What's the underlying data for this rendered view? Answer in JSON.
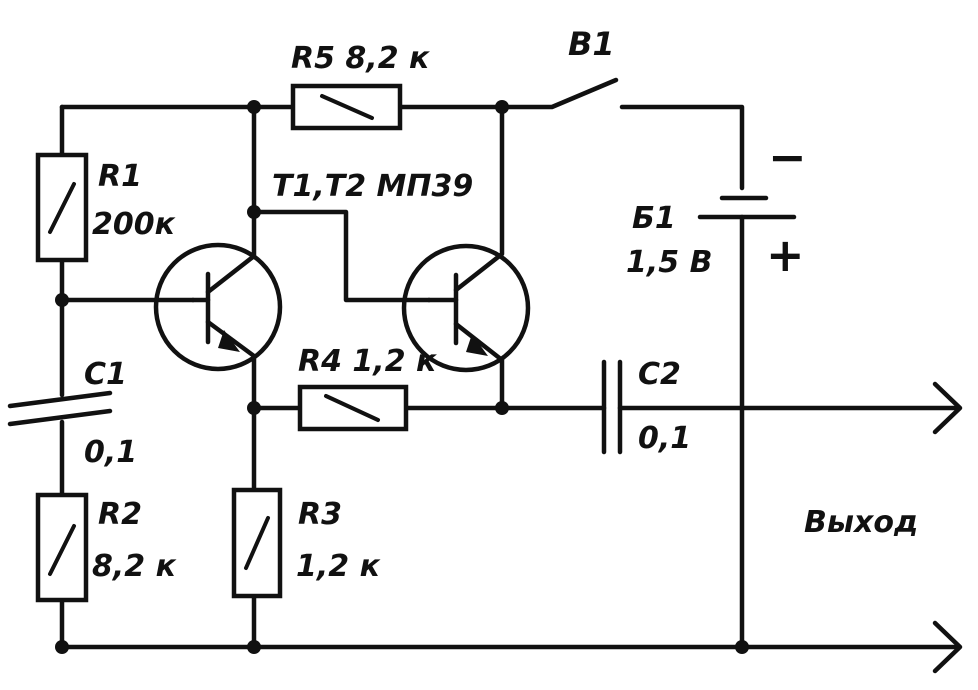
{
  "labels": {
    "r5": "R5 8,2 к",
    "b1_switch": "B1",
    "r1_ref": "R1",
    "r1_val": "200к",
    "transistors": "T1,T2  МП39",
    "battery_ref": "Б1",
    "battery_val": "1,5 В",
    "battery_minus": "−",
    "battery_plus": "+",
    "r4": "R4 1,2 к",
    "c1_ref": "C1",
    "c1_val": "0,1",
    "c2_ref": "C2",
    "c2_val": "0,1",
    "r2_ref": "R2",
    "r2_val": "8,2 к",
    "r3_ref": "R3",
    "r3_val": "1,2 к",
    "output": "Выход"
  }
}
